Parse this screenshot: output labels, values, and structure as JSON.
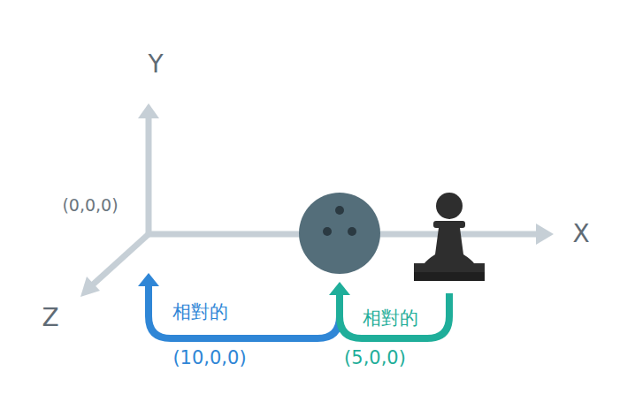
{
  "diagram": {
    "labels": [
      "Y",
      "(0,0,0)",
      "X",
      "Z",
      "相對的",
      "相對的",
      "(10,0,0)",
      "(5,0,0)"
    ]
  }
}
